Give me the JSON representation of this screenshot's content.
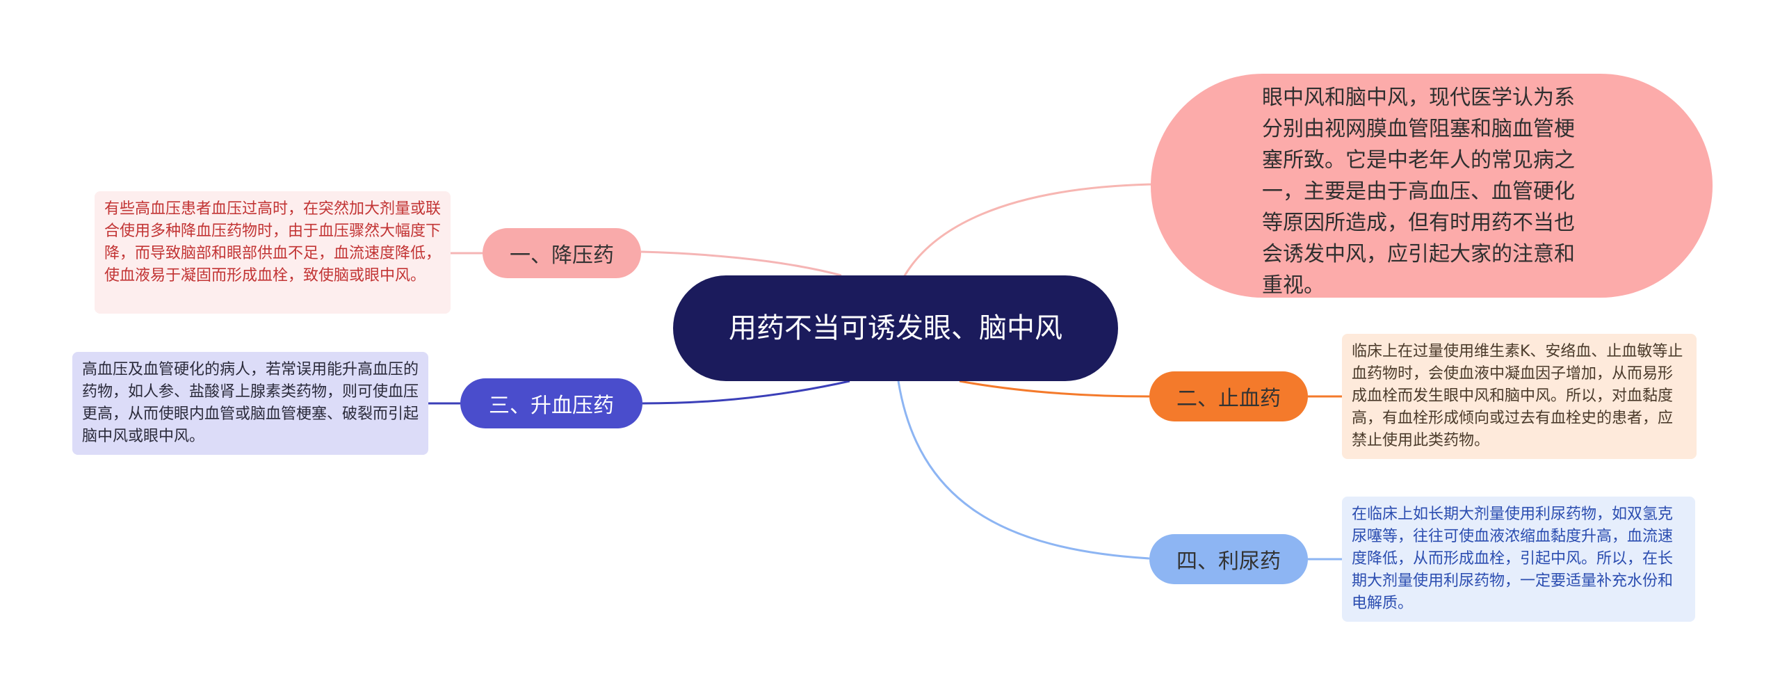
{
  "center": {
    "title": "用药不当可诱发眼、脑中风"
  },
  "intro": {
    "text": "眼中风和脑中风，现代医学认为系分别由视网膜血管阻塞和脑血管梗塞所致。它是中老年人的常见病之一，主要是由于高血压、血管硬化等原因所造成，但有时用药不当也会诱发中风，应引起大家的注意和重视。"
  },
  "branches": [
    {
      "label": "一、降压药",
      "color": "#f9aaaa",
      "desc": "有些高血压患者血压过高时，在突然加大剂量或联合使用多种降血压药物时，由于血压骤然大幅度下降，而导致脑部和眼部供血不足，血流速度降低，使血液易于凝固而形成血栓，致使脑或眼中风。"
    },
    {
      "label": "二、止血药",
      "color": "#f47a2b",
      "desc": "临床上在过量使用维生素K、安络血、止血敏等止血药物时，会使血液中凝血因子增加，从而易形成血栓而发生眼中风和脑中风。所以，对血黏度高，有血栓形成倾向或过去有血栓史的患者，应禁止使用此类药物。"
    },
    {
      "label": "三、升血压药",
      "color": "#4a4dcc",
      "desc": "高血压及血管硬化的病人，若常误用能升高血压的药物，如人参、盐酸肾上腺素类药物，则可使血压更高，从而使眼内血管或脑血管梗塞、破裂而引起脑中风或眼中风。"
    },
    {
      "label": "四、利尿药",
      "color": "#8db5f3",
      "desc": "在临床上如长期大剂量使用利尿药物，如双氢克尿噻等，往往可使血液浓缩血黏度升高，血流速度降低，从而形成血栓，引起中风。所以，在长期大剂量使用利尿药物，一定要适量补充水份和电解质。"
    }
  ],
  "colors": {
    "center": "#1b1b5c",
    "intro": "#fcabaa"
  }
}
